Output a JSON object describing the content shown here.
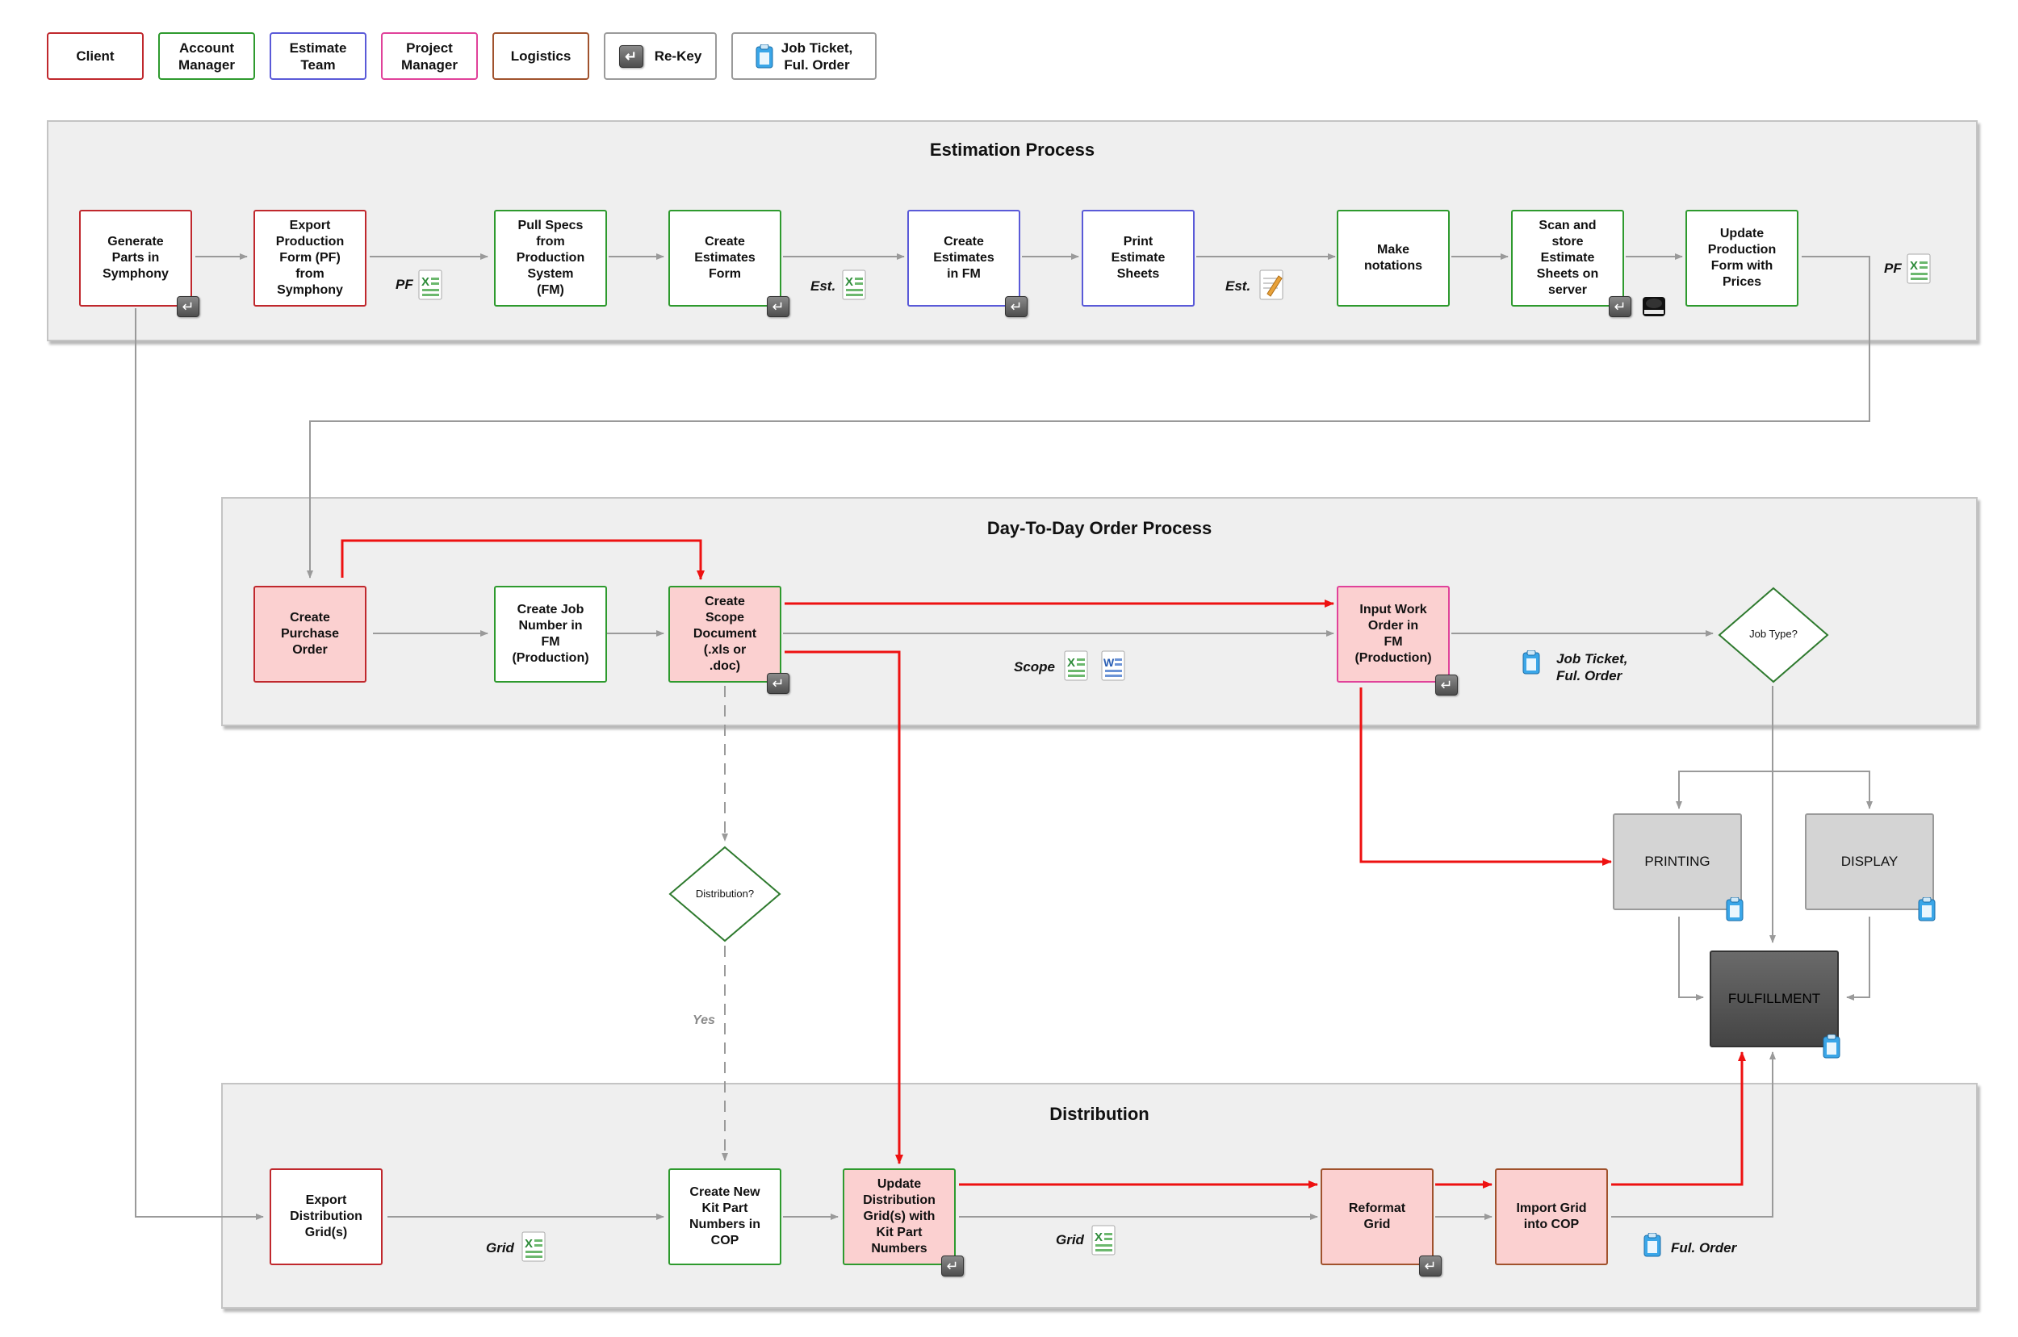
{
  "legend": [
    {
      "label": "Client",
      "role": "client"
    },
    {
      "label": "Account\nManager",
      "role": "am"
    },
    {
      "label": "Estimate\nTeam",
      "role": "est"
    },
    {
      "label": "Project\nManager",
      "role": "pm"
    },
    {
      "label": "Logistics",
      "role": "log"
    },
    {
      "label": "Re-Key",
      "role": "rekey"
    },
    {
      "label": "Job Ticket,\nFul. Order",
      "role": "ticket"
    }
  ],
  "colors": {
    "client": "#c0282d",
    "account_manager": "#2e9a2e",
    "estimate_team": "#5a5ad8",
    "project_manager": "#e0429a",
    "logistics": "#a0522d",
    "highlight_fill": "#fbd0d0",
    "red_flow": "#ee1111",
    "gray_flow": "#9a9a9a"
  },
  "lanes": {
    "estimation": {
      "title": "Estimation Process"
    },
    "day_to_day": {
      "title": "Day-To-Day Order Process"
    },
    "distribution": {
      "title": "Distribution"
    }
  },
  "nodes": {
    "generate_parts": "Generate\nParts in\nSymphony",
    "export_pf": "Export\nProduction\nForm (PF)\nfrom\nSymphony",
    "pull_specs": "Pull Specs\nfrom\nProduction\nSystem\n(FM)",
    "create_estimates_form": "Create\nEstimates\nForm",
    "create_estimates_fm": "Create\nEstimates\nin FM",
    "print_estimate_sheets": "Print\nEstimate\nSheets",
    "make_notations": "Make\nnotations",
    "scan_store": "Scan and\nstore\nEstimate\nSheets on\nserver",
    "update_pf": "Update\nProduction\nForm with\nPrices",
    "create_po": "Create\nPurchase\nOrder",
    "create_job_number": "Create Job\nNumber in\nFM\n(Production)",
    "create_scope": "Create\nScope\nDocument\n(.xls or\n.doc)",
    "input_work_order": "Input Work\nOrder in\nFM\n(Production)",
    "job_type": "Job Type?",
    "printing": "PRINTING",
    "display": "DISPLAY",
    "fulfillment": "FULFILLMENT",
    "distribution_q": "Distribution?",
    "export_grid": "Export\nDistribution\nGrid(s)",
    "create_kit": "Create New\nKit Part\nNumbers in\nCOP",
    "update_grid": "Update\nDistribution\nGrid(s) with\nKit Part\nNumbers",
    "reformat_grid": "Reformat\nGrid",
    "import_grid": "Import Grid\ninto COP"
  },
  "file_labels": {
    "pf1": "PF",
    "est1": "Est.",
    "est2": "Est.",
    "pf2": "PF",
    "scope": "Scope",
    "job_ticket": "Job Ticket,\nFul. Order",
    "grid1": "Grid",
    "grid2": "Grid",
    "ful_order": "Ful. Order"
  },
  "edge_labels": {
    "yes": "Yes"
  },
  "icons": [
    "rekey-icon",
    "excel-icon",
    "word-icon",
    "notepad-icon",
    "drive-icon",
    "clipboard-icon"
  ]
}
